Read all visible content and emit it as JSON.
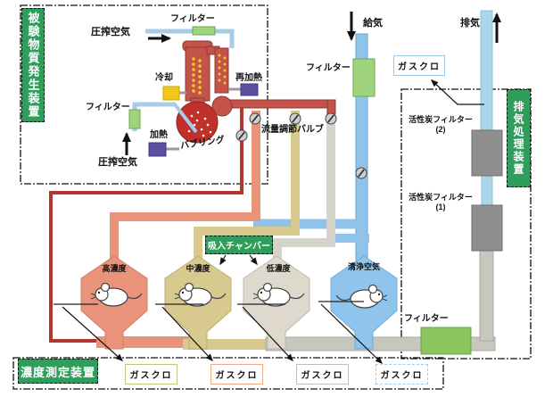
{
  "boxes": {
    "generator_label": "被験物質発生装置",
    "exhaust_label": "排気処理装置",
    "measurement_label": "濃度測定装置",
    "inhalation_chamber_label": "吸入チャンバー"
  },
  "labels": {
    "compressed_air_top": "圧搾空気",
    "compressed_air_bottom": "圧搾空気",
    "filter_top": "フィルター",
    "filter_left": "フィルター",
    "filter_supply": "フィルター",
    "filter_exhaust": "フィルター",
    "cooling": "冷却",
    "reheat": "再加熱",
    "heating": "加熱",
    "bubbling": "バブリング",
    "flow_valve": "流量調節バルブ",
    "supply_air": "給気",
    "exhaust_air": "排気",
    "carbon_filter_2": "活性炭フィルター",
    "carbon_filter_2_num": "(2)",
    "carbon_filter_1": "活性炭フィルター",
    "carbon_filter_1_num": "(1)"
  },
  "chambers": [
    {
      "label": "高濃度"
    },
    {
      "label": "中濃度"
    },
    {
      "label": "低濃度"
    },
    {
      "label": "清浄空気"
    }
  ],
  "gas_chromatographs": {
    "top": "ガスクロ",
    "bottom": [
      "ガスクロ",
      "ガスクロ",
      "ガスクロ",
      "ガスクロ"
    ]
  },
  "colors": {
    "label-green": "#2E9E5B",
    "pipe-red": "#C4534B",
    "flask-red": "#C1312B",
    "bypass-red": "#B23730",
    "salmon": "#E8937A",
    "tan": "#D8CA8E",
    "pipe-gray": "#D6D3C8",
    "duct-gray": "#C7C7C0",
    "supply-blue": "#8FC3EA",
    "apparatus-blue": "#A8CCE8",
    "exhaust-blue": "#A9D6E8",
    "filter-green": "#9FD37E",
    "filter-green2": "#8CC460",
    "carbon-gray": "#8F8F8F",
    "cool-yellow": "#F2C718",
    "heat-purple": "#5B4FA0",
    "chamber-high": "#E8937A",
    "chamber-mid": "#D8CA8E",
    "chamber-low": "#DED9CC",
    "chamber-clean": "#8FC5EC",
    "gc1-border": "#C6C37E",
    "gc2-border": "#ECAB85",
    "gc3-border": "#C0C0B6",
    "gc4-border": "#9CCBE8"
  }
}
